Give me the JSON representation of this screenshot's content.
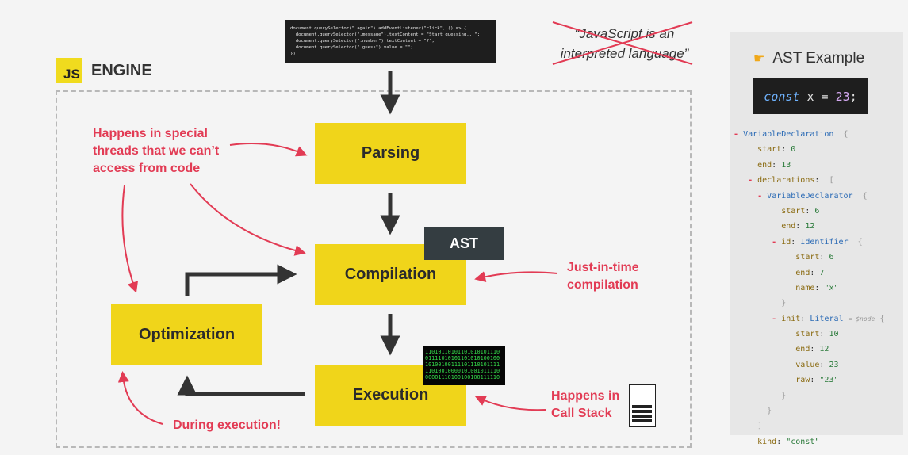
{
  "code_snippet": [
    "document.querySelector(\".again\").addEventListener(\"click\", () => {",
    "  document.querySelector(\".message\").textContent = \"Start guessing...\";",
    "  document.querySelector(\".number\").textContent = \"?\";",
    "  document.querySelector(\".guess\").value = \"\";",
    "});"
  ],
  "quote": {
    "line1": "“JavaScript is an",
    "line2": "interpreted language”"
  },
  "engine": {
    "logo": "JS",
    "title": "ENGINE"
  },
  "steps": {
    "parsing": "Parsing",
    "compilation": "Compilation",
    "execution": "Execution",
    "optimization": "Optimization"
  },
  "ast_tag": "AST",
  "binary_lines": [
    "11010110101101010101110",
    "01111010101101010100100",
    "10100100111101110101111",
    "11010010000101001011110",
    "00001110100100100111110"
  ],
  "notes": {
    "threads_l1": "Happens in special",
    "threads_l2": "threads that we can’t",
    "threads_l3": "access from code",
    "jit_l1": "Just-in-time",
    "jit_l2": "compilation",
    "callstack_l1": "Happens in",
    "callstack_l2": "Call Stack",
    "during": "During execution!"
  },
  "ast_example": {
    "title": "AST Example",
    "code_kw": "const",
    "code_rest": " x = ",
    "code_num": "23",
    "code_end": ";"
  },
  "colors": {
    "step_box": "#f0d51a",
    "accent_red": "#e23b54",
    "arrow_dark": "#333333",
    "panel_bg": "#e7e7e7"
  }
}
